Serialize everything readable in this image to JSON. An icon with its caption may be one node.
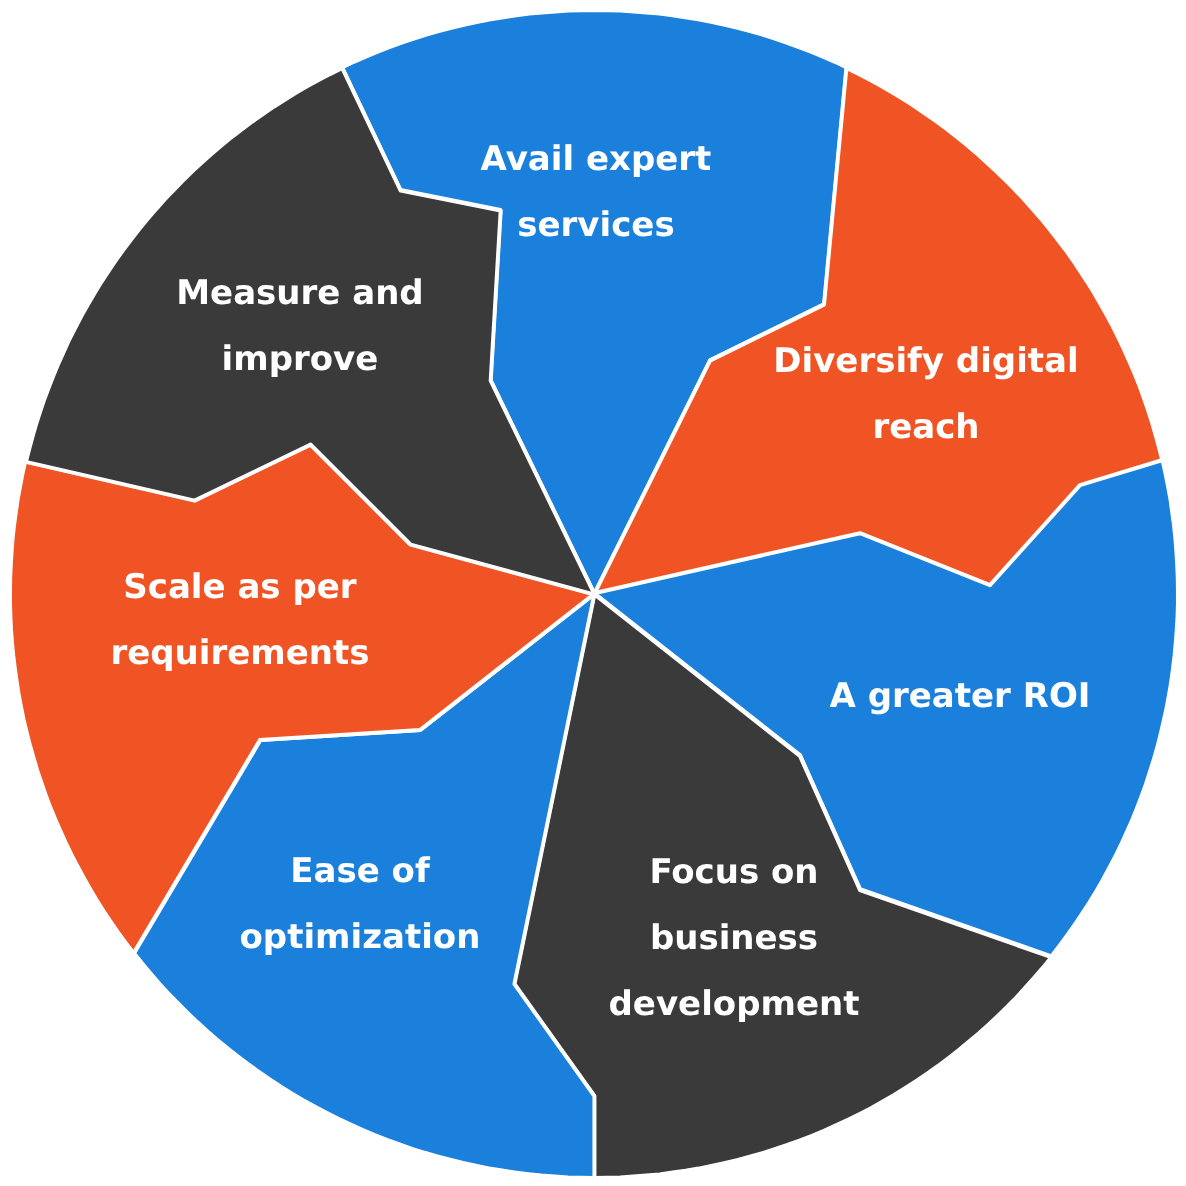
{
  "diagram": {
    "nodes": [
      {
        "text": [
          "Avail expert services"
        ]
      },
      {
        "text": [
          "Diversify digital reach"
        ]
      },
      {
        "text": [
          "A greater ROI"
        ]
      },
      {
        "text": [
          "Focus on business development"
        ]
      },
      {
        "text": [
          "Ease of optimization"
        ]
      },
      {
        "text": [
          "Scale as per requirements"
        ]
      },
      {
        "text": [
          "Measure and improve"
        ]
      }
    ]
  }
}
